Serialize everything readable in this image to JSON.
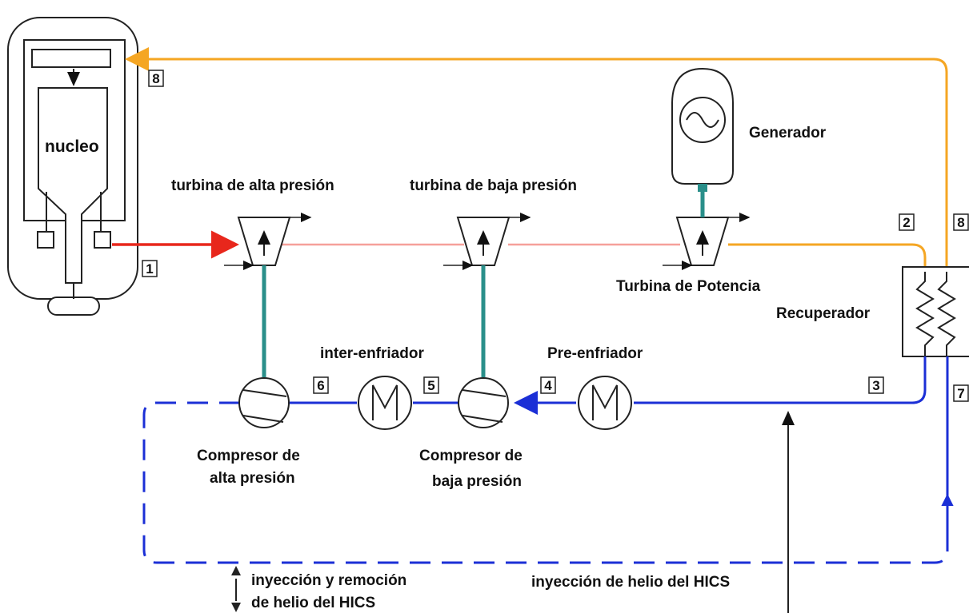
{
  "labels": {
    "core": "nucleo",
    "hp_turbine": "turbina de alta presión",
    "lp_turbine": "turbina de baja presión",
    "power_turbine": "Turbina de Potencia",
    "generator": "Generador",
    "recuperator": "Recuperador",
    "intercooler": "inter-enfriador",
    "precooler": "Pre-enfriador",
    "hp_compressor_line1": "Compresor de",
    "hp_compressor_line2": "alta presión",
    "lp_compressor_line1": "Compresor de",
    "lp_compressor_line2": "baja presión",
    "hics_inject_remove_line1": "inyección y remoción",
    "hics_inject_remove_line2": "de helio del HICS",
    "hics_inject": "inyección de helio del HICS"
  },
  "state_points": {
    "p1": "1",
    "p2": "2",
    "p3": "3",
    "p4": "4",
    "p5": "5",
    "p6": "6",
    "p7": "7",
    "p8_top": "8",
    "p8_right": "8"
  },
  "colors": {
    "hot_line": "#e8271c",
    "hot_light_line": "#f6a09a",
    "warm_line": "#f5a623",
    "cold_line": "#1b2fd6",
    "shaft": "#2a8f8a",
    "outline": "#222222"
  }
}
